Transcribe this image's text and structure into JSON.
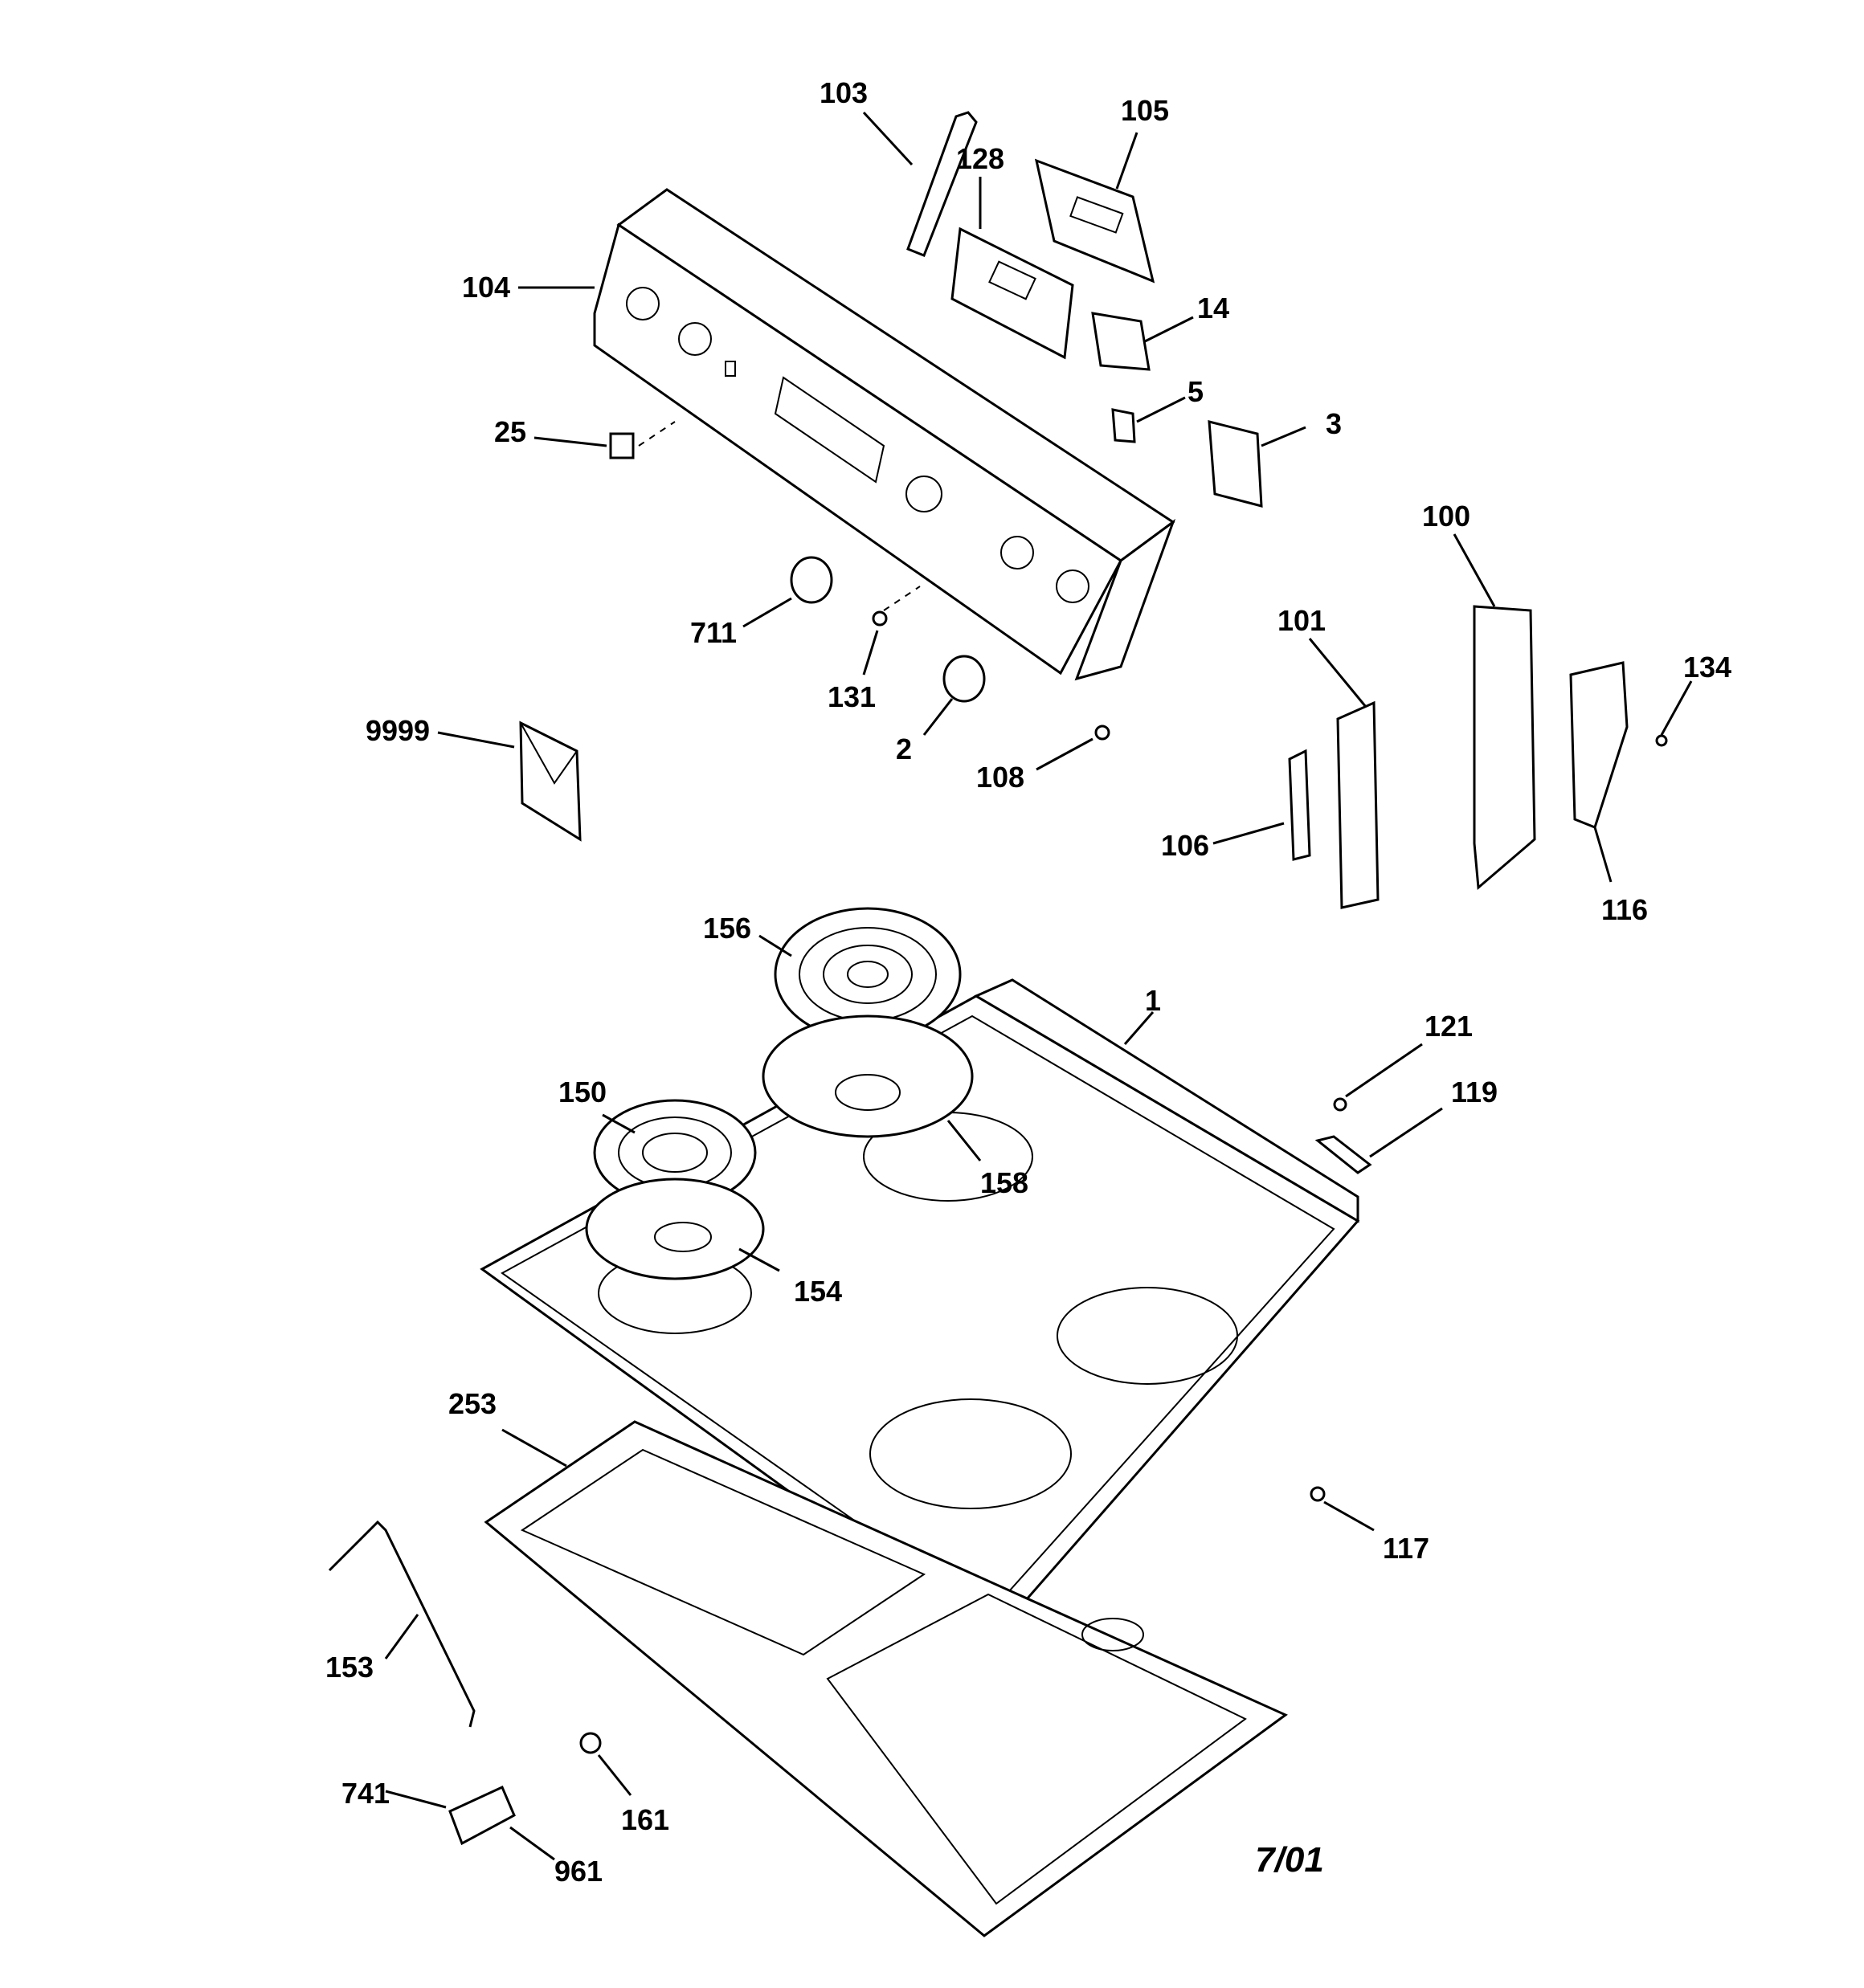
{
  "diagram": {
    "callouts": [
      "1",
      "2",
      "3",
      "5",
      "14",
      "25",
      "100",
      "101",
      "103",
      "104",
      "105",
      "106",
      "108",
      "116",
      "117",
      "119",
      "121",
      "128",
      "131",
      "134",
      "150",
      "153",
      "154",
      "156",
      "158",
      "161",
      "253",
      "711",
      "741",
      "961",
      "9999"
    ],
    "date_mark": "7/01"
  }
}
